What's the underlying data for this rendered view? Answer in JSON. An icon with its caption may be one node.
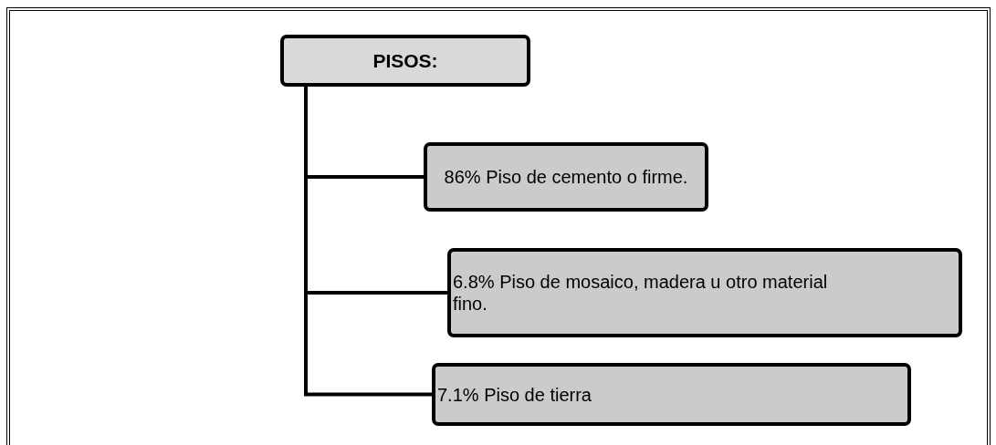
{
  "diagram": {
    "nodes": [
      {
        "text": [
          "PISOS:"
        ]
      },
      {
        "text": [
          "86% Piso de cemento o firme."
        ]
      },
      {
        "text": [
          "6.8% Piso de mosaico, madera u otro material fino."
        ]
      },
      {
        "text": [
          "7.1% Piso de tierra"
        ]
      }
    ],
    "edges": [
      {
        "from": 0,
        "to": 1,
        "arrow": "none"
      },
      {
        "from": 0,
        "to": 2,
        "arrow": "none"
      },
      {
        "from": 0,
        "to": 3,
        "arrow": "none"
      }
    ]
  }
}
